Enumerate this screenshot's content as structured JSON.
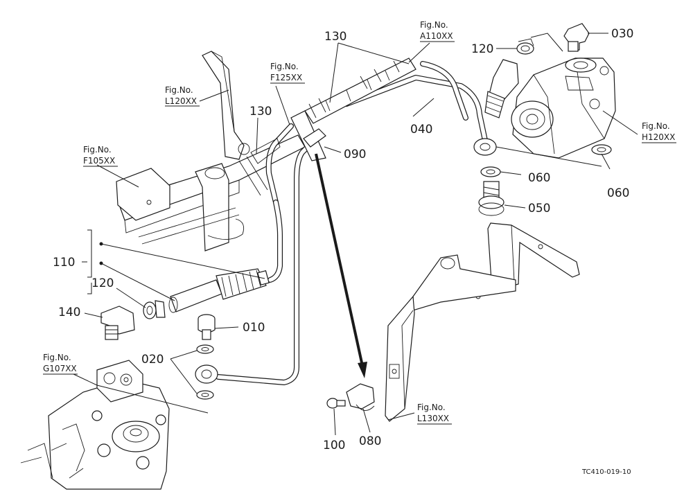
{
  "figure_refs": {
    "l120": [
      "Fig.No.",
      "L120XX"
    ],
    "f125": [
      "Fig.No.",
      "F125XX"
    ],
    "a110": [
      "Fig.No.",
      "A110XX"
    ],
    "f105": [
      "Fig.No.",
      "F105XX"
    ],
    "h120": [
      "Fig.No.",
      "H120XX"
    ],
    "g107": [
      "Fig.No.",
      "G107XX"
    ],
    "l130": [
      "Fig.No.",
      "L130XX"
    ]
  },
  "part_labels": {
    "p130_top": "130",
    "p130_left": "130",
    "p120_top": "120",
    "p030": "030",
    "p040": "040",
    "p090": "090",
    "p060_a": "060",
    "p060_b": "060",
    "p050": "050",
    "p110": "110",
    "p120_left": "120",
    "p140": "140",
    "p010": "010",
    "p020": "020",
    "p100": "100",
    "p080": "080"
  },
  "drawing_code": "TC410-019-10"
}
